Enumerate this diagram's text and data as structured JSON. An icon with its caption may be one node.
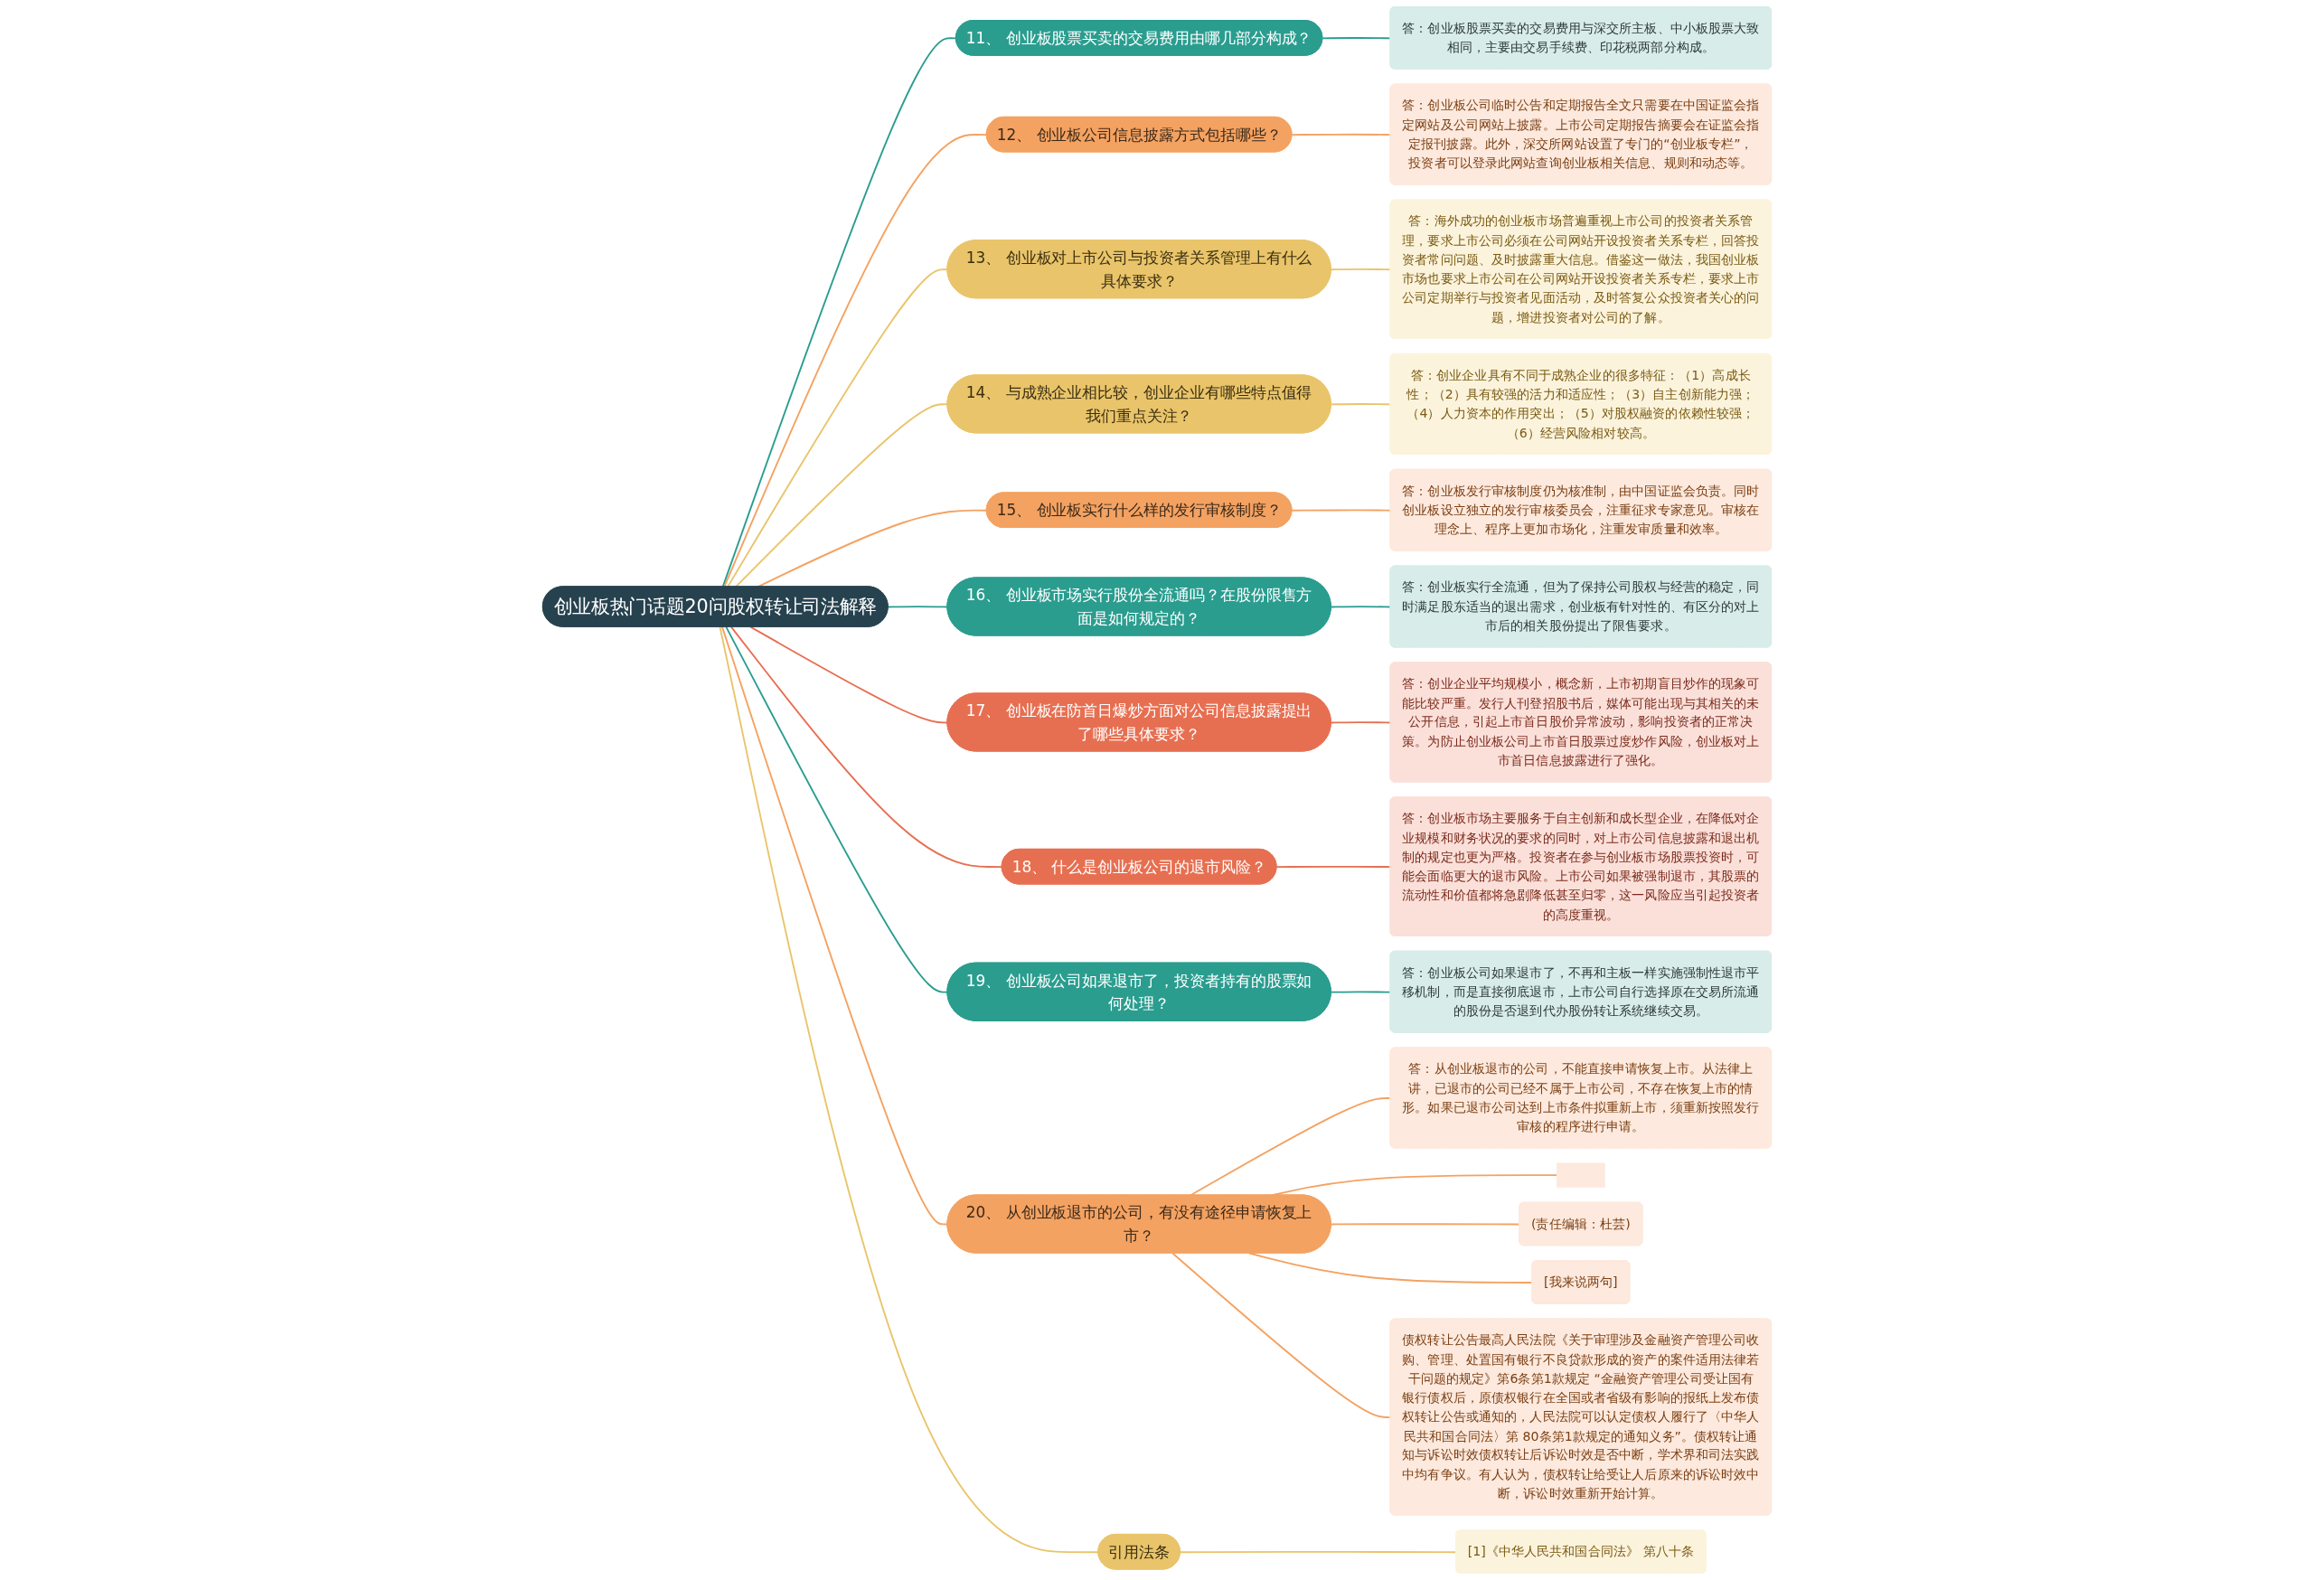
{
  "diagram": {
    "nodes": [
      {
        "text": [
          "创业板热门话题20问股权转让司法解释"
        ]
      },
      {
        "text": [
          "11、 创业板股票买卖的交易费用由哪几部分构成？"
        ]
      },
      {
        "text": [
          "答：创业板股票买卖的交易费用与深交所主板、中小板股票大致相同，主要由交易手续费、印花税两部分构成。"
        ]
      },
      {
        "text": [
          "12、 创业板公司信息披露方式包括哪些？"
        ]
      },
      {
        "text": [
          "答：创业板公司临时公告和定期报告全文只需要在中国证监会指定网站及公司网站上披露。上市公司定期报告摘要会在证监会指定报刊披露。此外，深交所网站设置了专门的“创业板专栏”，投资者可以登录此网站查询创业板相关信息、规则和动态等。"
        ]
      },
      {
        "text": [
          "13、 创业板对上市公司与投资者关系管理上有什么具体要求？"
        ]
      },
      {
        "text": [
          "答：海外成功的创业板市场普遍重视上市公司的投资者关系管理，要求上市公司必须在公司网站开设投资者关系专栏，回答投资者常问问题、及时披露重大信息。借鉴这一做法，我国创业板市场也要求上市公司在公司网站开设投资者关系专栏，要求上市公司定期举行与投资者见面活动，及时答复公众投资者关心的问题，增进投资者对公司的了解。"
        ]
      },
      {
        "text": [
          "14、 与成熟企业相比较，创业企业有哪些特点值得我们重点关注？"
        ]
      },
      {
        "text": [
          "答：创业企业具有不同于成熟企业的很多特征：（1）高成长性；（2）具有较强的活力和适应性；（3）自主创新能力强；（4）人力资本的作用突出；（5）对股权融资的依赖性较强；（6）经营风险相对较高。"
        ]
      },
      {
        "text": [
          "15、 创业板实行什么样的发行审核制度？"
        ]
      },
      {
        "text": [
          "答：创业板发行审核制度仍为核准制，由中国证监会负责。同时创业板设立独立的发行审核委员会，注重征求专家意见。审核在理念上、程序上更加市场化，注重发审质量和效率。"
        ]
      },
      {
        "text": [
          "16、 创业板市场实行股份全流通吗？在股份限售方面是如何规定的？"
        ]
      },
      {
        "text": [
          "答：创业板实行全流通，但为了保持公司股权与经营的稳定，同时满足股东适当的退出需求，创业板有针对性的、有区分的对上市后的相关股份提出了限售要求。"
        ]
      },
      {
        "text": [
          "17、 创业板在防首日爆炒方面对公司信息披露提出了哪些具体要求？"
        ]
      },
      {
        "text": [
          "答：创业企业平均规模小，概念新，上市初期盲目炒作的现象可能比较严重。发行人刊登招股书后，媒体可能出现与其相关的未公开信息，引起上市首日股价异常波动，影响投资者的正常决策。为防止创业板公司上市首日股票过度炒作风险，创业板对上市首日信息披露进行了强化。"
        ]
      },
      {
        "text": [
          "18、 什么是创业板公司的退市风险？"
        ]
      },
      {
        "text": [
          "答：创业板市场主要服务于自主创新和成长型企业，在降低对企业规模和财务状况的要求的同时，对上市公司信息披露和退出机制的规定也更为严格。投资者在参与创业板市场股票投资时，可能会面临更大的退市风险。上市公司如果被强制退市，其股票的流动性和价值都将急剧降低甚至归零，这一风险应当引起投资者的高度重视。"
        ]
      },
      {
        "text": [
          "19、 创业板公司如果退市了，投资者持有的股票如何处理？"
        ]
      },
      {
        "text": [
          "答：创业板公司如果退市了，不再和主板一样实施强制性退市平移机制，而是直接彻底退市，上市公司自行选择原在交易所流通的股份是否退到代办股份转让系统继续交易。"
        ]
      },
      {
        "text": [
          "20、 从创业板退市的公司，有没有途径申请恢复上市？"
        ]
      },
      {
        "text": [
          "答：从创业板退市的公司，不能直接申请恢复上市。从法律上讲，已退市的公司已经不属于上市公司，不存在恢复上市的情形。如果已退市公司达到上市条件拟重新上市，须重新按照发行审核的程序进行申请。"
        ]
      },
      {
        "text": [],
        "shape": "box"
      },
      {
        "text": [
          "(责任编辑：杜芸)"
        ]
      },
      {
        "text": [
          "[我来说两句]"
        ]
      },
      {
        "text": [
          "债权转让公告最高人民法院《关于审理涉及金融资产管理公司收购、管理、处置国有银行不良贷款形成的资产的案件适用法律若干问题的规定》第6条第1款规定 “金融资产管理公司受让国有银行债权后，原债权银行在全国或者省级有影响的报纸上发布债权转让公告或通知的，人民法院可以认定债权人履行了〈中华人民共和国合同法〉第 80条第1款规定的通知义务”。债权转让通知与诉讼时效债权转让后诉讼时效是否中断，学术界和司法实践中均有争议。有人认为，债权转让给受让人后原来的诉讼时效中断，诉讼时效重新开始计算。"
        ]
      },
      {
        "text": [
          "引用法条"
        ]
      },
      {
        "text": [
          "[1]《中华人民共和国合同法》 第八十条"
        ]
      }
    ],
    "edges": [
      {
        "from": 0,
        "to": 1,
        "arrow": "none",
        "color": "#2a9d8f"
      },
      {
        "from": 1,
        "to": 2,
        "arrow": "none",
        "color": "#2a9d8f"
      },
      {
        "from": 0,
        "to": 3,
        "arrow": "none"
      },
      {
        "from": 3,
        "to": 4,
        "arrow": "none"
      },
      {
        "from": 0,
        "to": 5,
        "arrow": "none",
        "color": "#e9c46a"
      },
      {
        "from": 5,
        "to": 6,
        "arrow": "none",
        "color": "#e9c46a"
      },
      {
        "from": 0,
        "to": 7,
        "arrow": "none",
        "color": "#e9c46a"
      },
      {
        "from": 7,
        "to": 8,
        "arrow": "none",
        "color": "#e9c46a"
      },
      {
        "from": 0,
        "to": 9,
        "arrow": "none"
      },
      {
        "from": 9,
        "to": 10,
        "arrow": "none"
      },
      {
        "from": 0,
        "to": 11,
        "arrow": "none",
        "color": "#2a9d8f"
      },
      {
        "from": 11,
        "to": 12,
        "arrow": "none",
        "color": "#2a9d8f"
      },
      {
        "from": 0,
        "to": 13,
        "arrow": "none",
        "color": "#e76f51"
      },
      {
        "from": 13,
        "to": 14,
        "arrow": "none",
        "color": "#e76f51"
      },
      {
        "from": 0,
        "to": 15,
        "arrow": "none",
        "color": "#e76f51"
      },
      {
        "from": 15,
        "to": 16,
        "arrow": "none",
        "color": "#e76f51"
      },
      {
        "from": 0,
        "to": 17,
        "arrow": "none",
        "color": "#2a9d8f"
      },
      {
        "from": 17,
        "to": 18,
        "arrow": "none",
        "color": "#2a9d8f"
      },
      {
        "from": 0,
        "to": 19,
        "arrow": "none"
      },
      {
        "from": 19,
        "to": 20,
        "arrow": "none"
      },
      {
        "from": 19,
        "to": 21,
        "arrow": "none"
      },
      {
        "from": 19,
        "to": 22,
        "arrow": "none"
      },
      {
        "from": 19,
        "to": 23,
        "arrow": "none"
      },
      {
        "from": 19,
        "to": 24,
        "arrow": "none"
      },
      {
        "from": 0,
        "to": 25,
        "arrow": "none",
        "color": "#e9c46a"
      },
      {
        "from": 25,
        "to": 26,
        "arrow": "none",
        "color": "#e9c46a"
      }
    ]
  }
}
